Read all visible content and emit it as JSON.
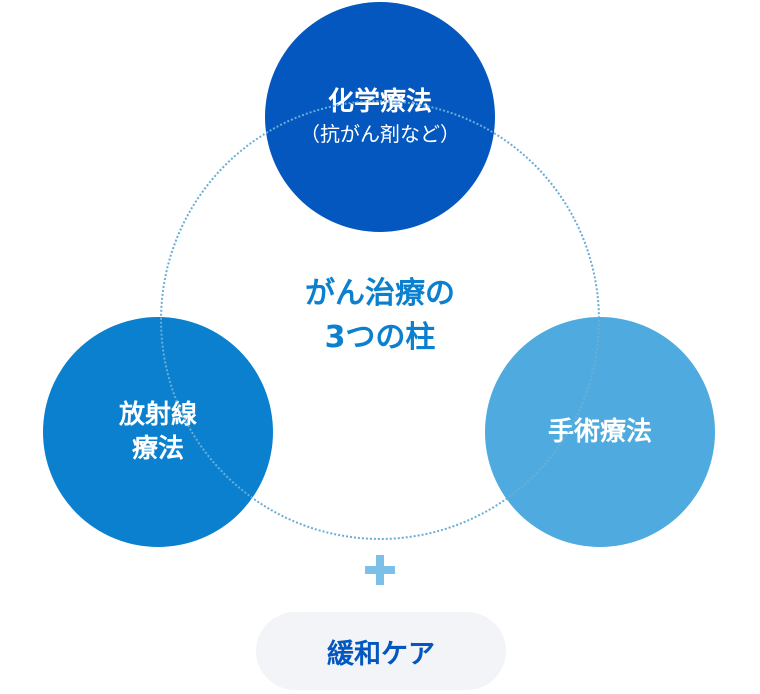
{
  "center_label": {
    "line1": "がん治療の",
    "line2": "3つの柱"
  },
  "pillars": {
    "chemo": {
      "title": "化学療法",
      "subtitle": "（抗がん剤など）"
    },
    "radiation": {
      "line1": "放射線",
      "line2": "療法"
    },
    "surgery": {
      "title": "手術療法"
    }
  },
  "plus_symbol": "+",
  "palliative_care": "緩和ケア",
  "colors": {
    "chemo": "#0357bf",
    "radiation": "#0a80cf",
    "surgery": "#4fabdf",
    "plus": "#7cc0e8",
    "pill_bg": "#f3f4f7"
  }
}
